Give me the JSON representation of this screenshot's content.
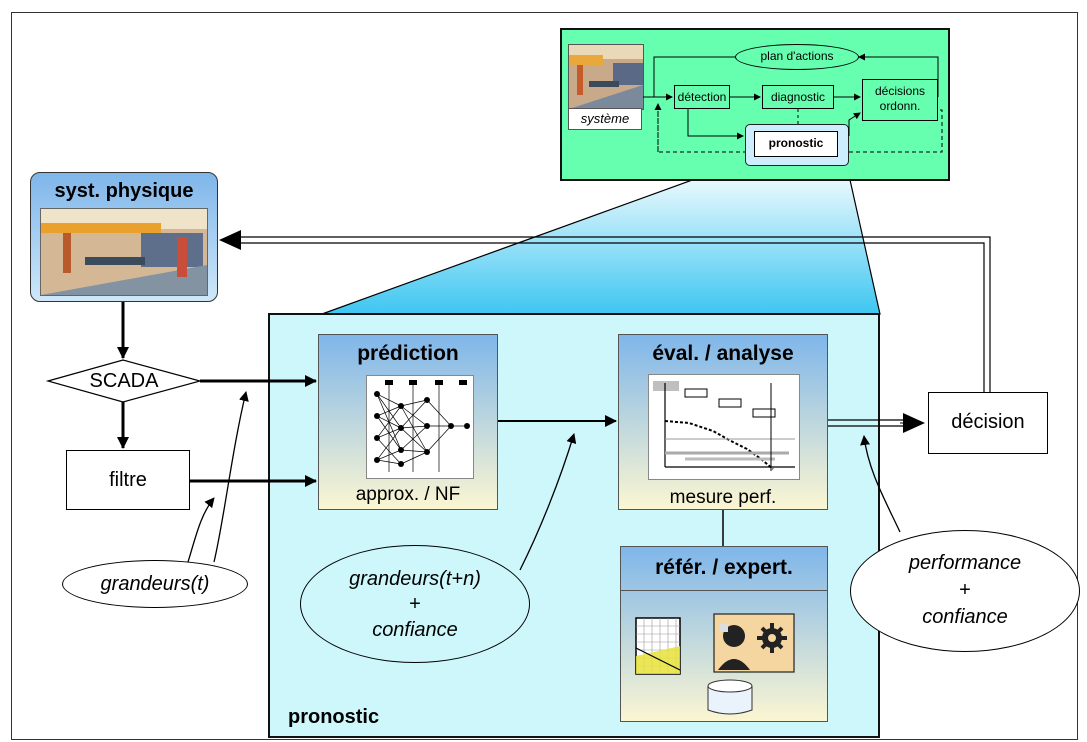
{
  "overview": {
    "systeme": "système",
    "plan_actions": "plan d'actions",
    "detection": "détection",
    "diagnostic": "diagnostic",
    "decisions": "décisions",
    "ordonn": "ordonn.",
    "pronostic": "pronostic"
  },
  "main": {
    "syst_physique": "syst. physique",
    "scada": "SCADA",
    "filtre": "filtre",
    "grandeurs_t": "grandeurs(t)",
    "prediction": {
      "title": "prédiction",
      "subtitle": "approx. / NF"
    },
    "evaluation": {
      "title": "éval. / analyse",
      "subtitle": "mesure perf."
    },
    "reference": {
      "title": "référ. / expert."
    },
    "grandeurs_tn": {
      "line1": "grandeurs(t+n)",
      "line2": "+",
      "line3": "confiance"
    },
    "performance": {
      "line1": "performance",
      "line2": "+",
      "line3": "confiance"
    },
    "decision": "décision",
    "pronostic_label": "pronostic"
  },
  "colors": {
    "overview_bg": "#66ffb0",
    "pronostic_bg": "#cdf7fb",
    "box_blue_top": "#7fb6ea",
    "box_yellow_bottom": "#fbf6d2",
    "cone_top": "#ffffff",
    "cone_bottom": "#3ec6f1"
  }
}
